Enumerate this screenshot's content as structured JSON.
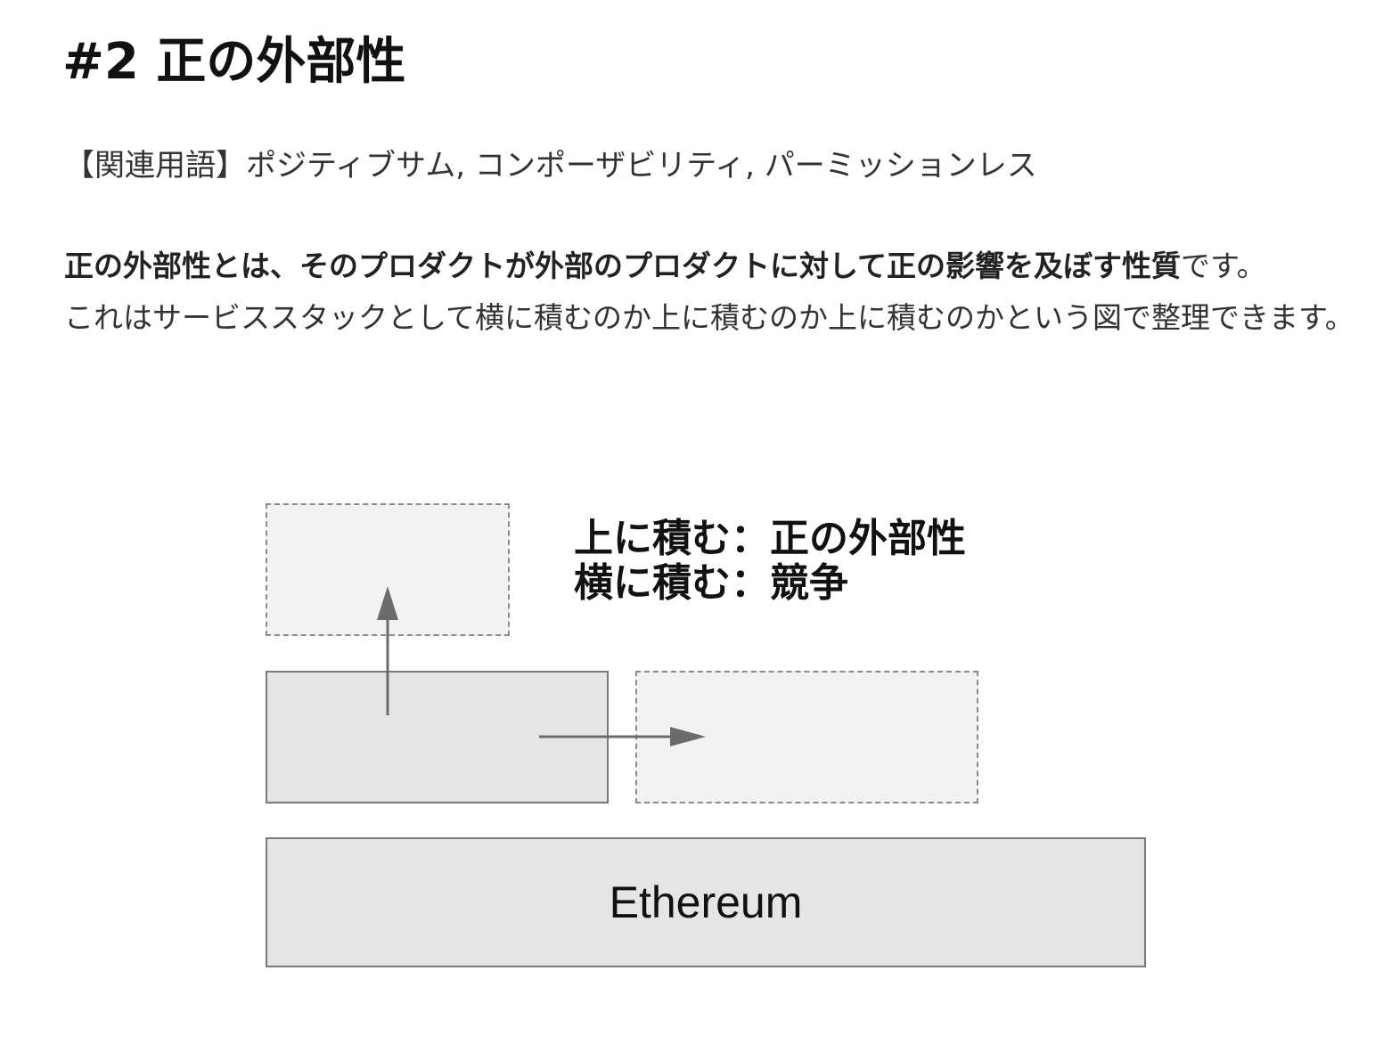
{
  "title": "#2 正の外部性",
  "related_terms": {
    "prefix": "【関連用語】",
    "terms": "ポジティブサム, コンポーザビリティ, パーミッションレス"
  },
  "paragraph": {
    "bold_part": "正の外部性とは、そのプロダクトが外部のプロダクトに対して正の影響を及ぼす性質",
    "rest_line1": "です。",
    "line2": "これはサービススタックとして横に積むのか上に積むのか上に積むのかという図で整理できます。"
  },
  "diagram": {
    "legend_line1": "上に積む：正の外部性",
    "legend_line2": "横に積む：競争",
    "base_label": "Ethereum",
    "colors": {
      "solid_fill": "#e5e5e5",
      "dashed_fill": "#f2f2f2",
      "border": "#7a7a7a",
      "arrow": "#6b6b6b"
    }
  }
}
